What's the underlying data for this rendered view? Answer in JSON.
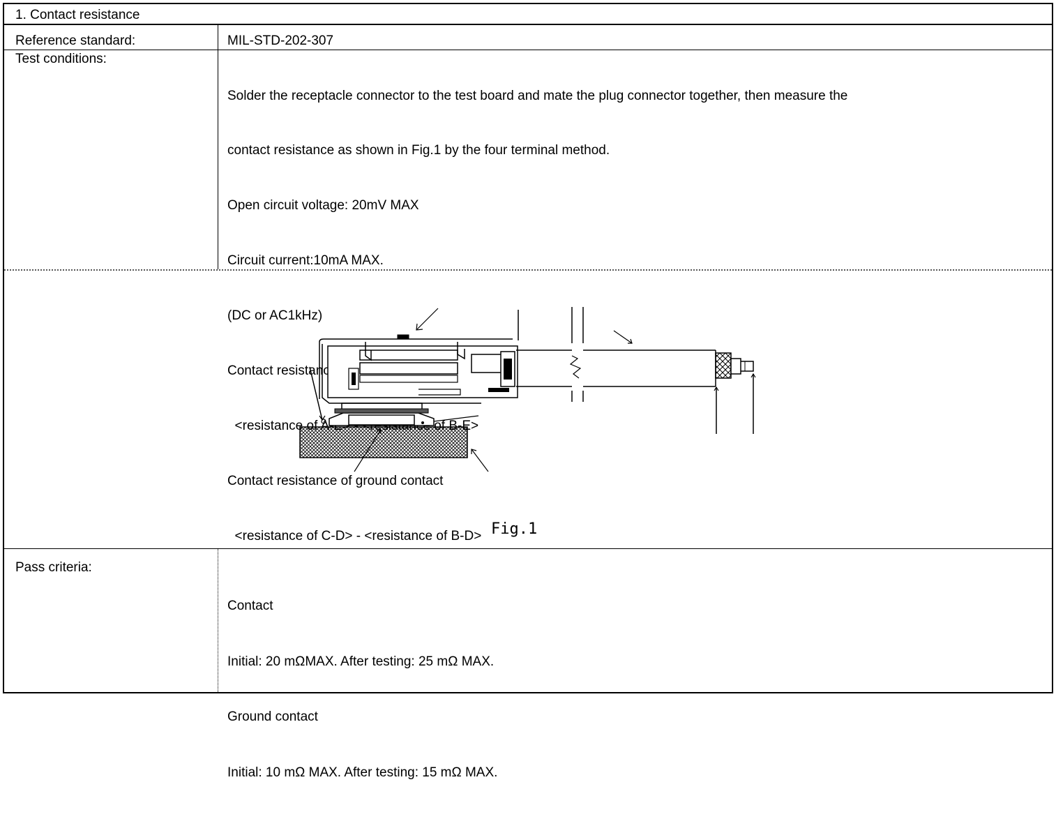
{
  "section": {
    "title": "1. Contact resistance"
  },
  "reference": {
    "label": "Reference standard:",
    "value": "MIL-STD-202-307"
  },
  "conditions": {
    "label": "Test conditions:",
    "lines": [
      "Solder the receptacle connector to the test board and mate the plug connector together, then measure the",
      "contact resistance as shown in Fig.1 by the four terminal method.",
      "Open circuit voltage: 20mV MAX",
      "Circuit current:10mA MAX.",
      "(DC or AC1kHz)",
      "Contact resistance of inner contact",
      "  <resistance of A-E> - <resistance of B-E>",
      "Contact resistance of ground contact",
      "  <resistance of C-D> - <resistance of B-D>"
    ]
  },
  "figure": {
    "caption": "Fig.1"
  },
  "pass": {
    "label": "Pass criteria:",
    "lines": [
      "Contact",
      "Initial: 20 mΩMAX. After testing: 25 mΩ MAX.",
      "Ground contact",
      "Initial: 10 mΩ MAX. After testing: 15 mΩ MAX."
    ]
  }
}
